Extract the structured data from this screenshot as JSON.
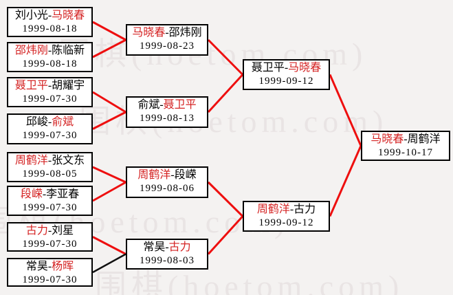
{
  "watermark": {
    "text": "围棋(hoetom.com)"
  },
  "colors": {
    "background": "#f4f2f1",
    "watermark_text": "#e9e4e4",
    "box_border": "#000000",
    "box_background": "#ffffff",
    "player_text": "#000000",
    "winner_text": "#d42222",
    "line_red": "#ee0f0f",
    "line_black": "#111111"
  },
  "bracket": {
    "rounds": [
      {
        "matches": [
          {
            "id": "r1m1",
            "p1": "刘小光",
            "p2": "马晓春",
            "red": "p2",
            "date": "1999-08-18",
            "to": "r2m1",
            "line": "red"
          },
          {
            "id": "r1m2",
            "p1": "邵炜刚",
            "p2": "陈临新",
            "red": "p1",
            "date": "1999-08-18",
            "to": "r2m1",
            "line": "red"
          },
          {
            "id": "r1m3",
            "p1": "聂卫平",
            "p2": "胡耀宇",
            "red": "p1",
            "date": "1999-07-30",
            "to": "r2m2",
            "line": "red"
          },
          {
            "id": "r1m4",
            "p1": "邱峻",
            "p2": "俞斌",
            "red": "p2",
            "date": "1999-07-30",
            "to": "r2m2",
            "line": "red"
          },
          {
            "id": "r1m5",
            "p1": "周鹤洋",
            "p2": "张文东",
            "red": "p1",
            "date": "1999-08-05",
            "to": "r2m3",
            "line": "red"
          },
          {
            "id": "r1m6",
            "p1": "段嵘",
            "p2": "李亚春",
            "red": "p1",
            "date": "1999-07-30",
            "to": "r2m3",
            "line": "red"
          },
          {
            "id": "r1m7",
            "p1": "古力",
            "p2": "刘星",
            "red": "p1",
            "date": "1999-07-30",
            "to": "r2m4",
            "line": "red"
          },
          {
            "id": "r1m8",
            "p1": "常昊",
            "p2": "杨晖",
            "red": "p2",
            "date": "1999-07-30",
            "to": "r2m4",
            "line": "black"
          }
        ]
      },
      {
        "matches": [
          {
            "id": "r2m1",
            "p1": "马晓春",
            "p2": "邵炜刚",
            "red": "p1",
            "date": "1999-08-23",
            "to": "sf1",
            "line": "red"
          },
          {
            "id": "r2m2",
            "p1": "俞斌",
            "p2": "聂卫平",
            "red": "p2",
            "date": "1999-08-13",
            "to": "sf1",
            "line": "red"
          },
          {
            "id": "r2m3",
            "p1": "周鹤洋",
            "p2": "段嵘",
            "red": "p1",
            "date": "1999-08-06",
            "to": "sf2",
            "line": "red"
          },
          {
            "id": "r2m4",
            "p1": "常昊",
            "p2": "古力",
            "red": "p2",
            "date": "1999-08-03",
            "to": "sf2",
            "line": "red"
          }
        ]
      },
      {
        "matches": [
          {
            "id": "sf1",
            "p1": "聂卫平",
            "p2": "马晓春",
            "red": "p2",
            "date": "1999-09-12",
            "to": "f1",
            "line": "red"
          },
          {
            "id": "sf2",
            "p1": "周鹤洋",
            "p2": "古力",
            "red": "p1",
            "date": "1999-09-12",
            "to": "f1",
            "line": "red"
          }
        ]
      },
      {
        "matches": [
          {
            "id": "f1",
            "p1": "马晓春",
            "p2": "周鹤洋",
            "red": "p1",
            "date": "1999-10-17",
            "to": null,
            "line": null
          }
        ]
      }
    ]
  }
}
